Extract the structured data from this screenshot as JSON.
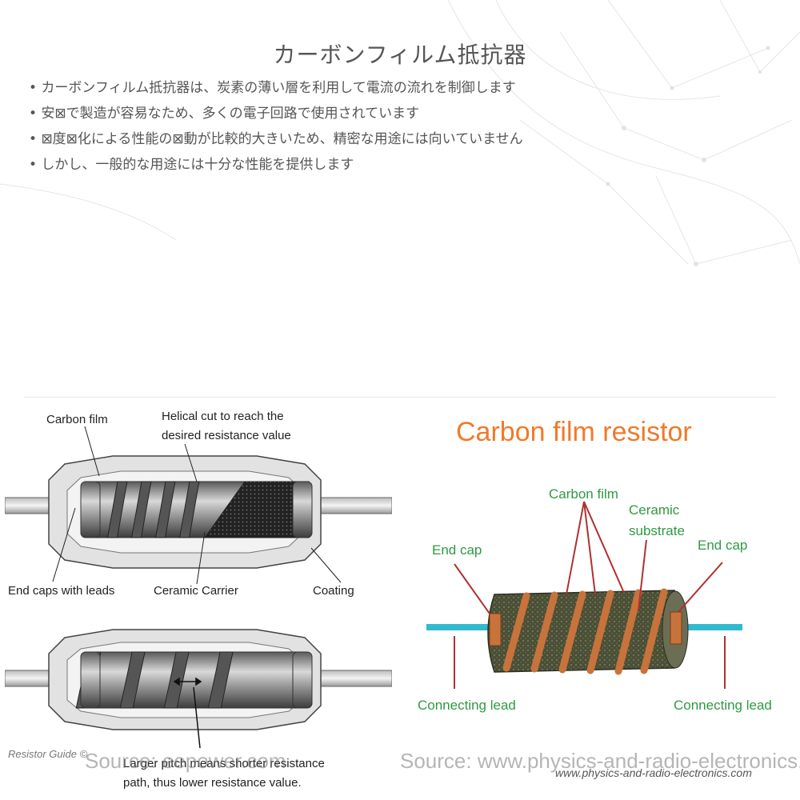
{
  "title": "カーボンフィルム抵抗器",
  "bullets": [
    "カーボンフィルム抵抗器は、炭素の薄い層を利用して電流の流れを制御します",
    "安⊠で製造が容易なため、多くの電子回路で使用されています",
    "⊠度⊠化による性能の⊠動が比較的大きいため、精密な用途には向いていません",
    "しかし、一般的な用途には十分な性能を提供します"
  ],
  "left_figure": {
    "label_carbon_film": "Carbon film",
    "label_helical_1": "Helical cut to reach the",
    "label_helical_2": "desired resistance value",
    "label_end_caps": "End caps with leads",
    "label_ceramic": "Ceramic Carrier",
    "label_coating": "Coating",
    "label_pitch_1": "Larger pitch means shorter resistance",
    "label_pitch_2": "path, thus lower resistance value.",
    "watermark": "Resistor Guide ©",
    "source": "Source: eepower.com"
  },
  "right_figure": {
    "title": "Carbon film resistor",
    "label_carbon_film": "Carbon film",
    "label_ceramic_1": "Ceramic",
    "label_ceramic_2": "substrate",
    "label_end_cap_left": "End cap",
    "label_end_cap_right": "End cap",
    "label_lead_left": "Connecting lead",
    "label_lead_right": "Connecting lead",
    "watermark": "www.physics-and-radio-electronics.com",
    "source": "Source: www.physics-and-radio-electronics.com",
    "title_color": "#f07a2a",
    "label_color": "#2e9a40",
    "arrow_color": "#b03030",
    "lead_color": "#33b9cf"
  }
}
